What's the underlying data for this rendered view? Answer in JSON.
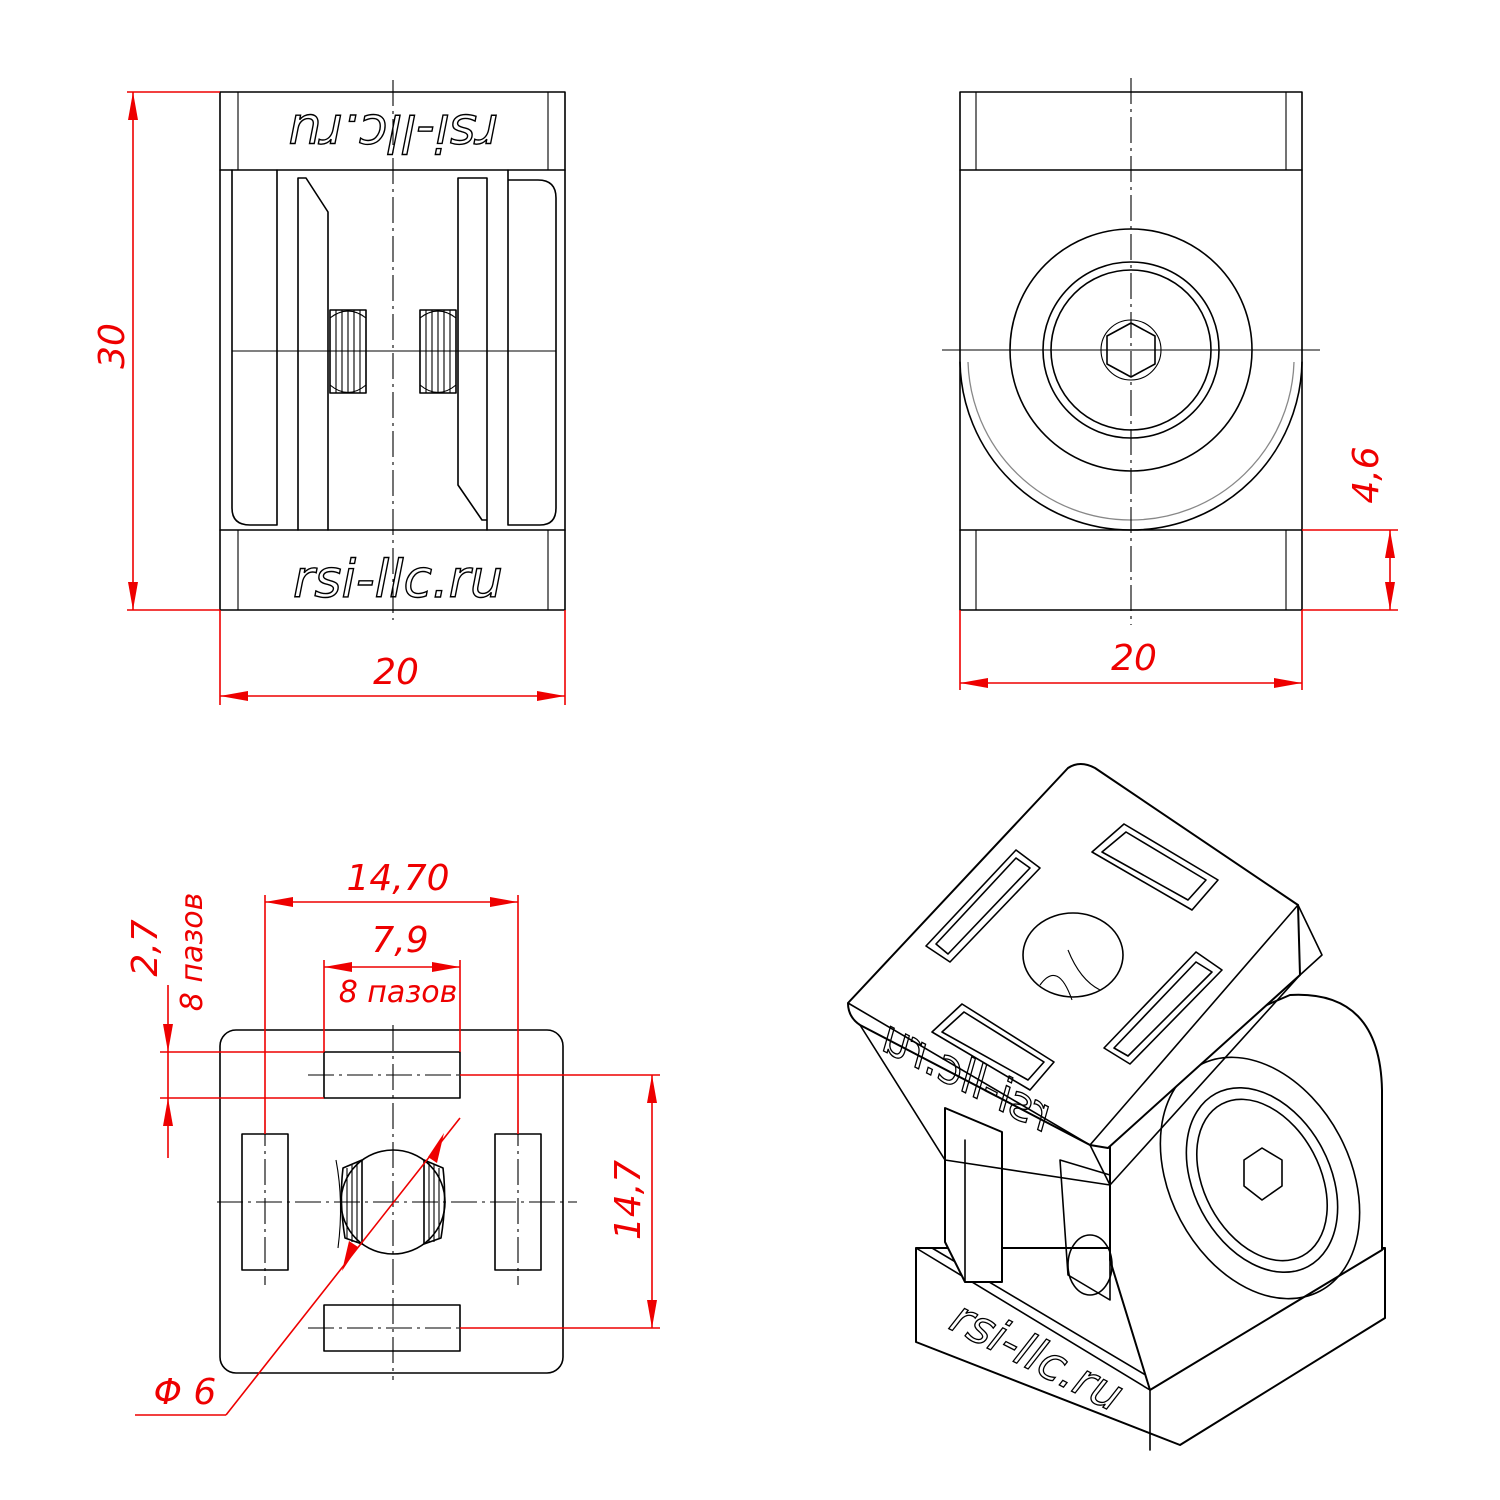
{
  "dimensions": {
    "front_height": "30",
    "front_width": "20",
    "side_width": "20",
    "side_step": "4,6",
    "top_outer_span": "14,70",
    "top_slot_width": "7,9",
    "top_slot_note": "8 пазов",
    "top_slot_depth": "2,7",
    "top_slot_depth_note": "8 пазов",
    "top_slot_pitch": "14,7",
    "hole_diameter": "Φ 6"
  },
  "labels": {
    "logo_front_top": "rsi-llc.ru",
    "logo_front_bottom": "rsi-llc.ru",
    "logo_iso_side": "rsi-llc.ru",
    "logo_iso_top": "rsi-llc.ru"
  },
  "colors": {
    "dimension": "#ee0000",
    "outline": "#000000",
    "hidden": "#888888"
  }
}
